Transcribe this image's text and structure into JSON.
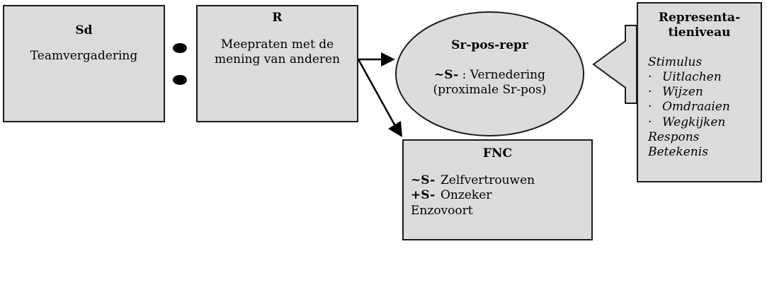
{
  "sd": {
    "title": "Sd",
    "text": "Teamvergadering"
  },
  "r": {
    "title": "R",
    "line1": "Meepraten met de",
    "line2": "mening van anderen"
  },
  "sr_pos": {
    "title": "Sr-pos-repr",
    "prefix": "~S-",
    "line1_rest": " : Vernedering",
    "line2": "(proximale Sr-pos)"
  },
  "fnc": {
    "title": "FNC",
    "rows": [
      {
        "symbol": "~S-",
        "text": "Zelfvertrouwen"
      },
      {
        "symbol": "+S-",
        "text": "Onzeker"
      }
    ],
    "extra": "Enzovoort"
  },
  "representatie": {
    "title_line1": "Representa-",
    "title_line2": "tieniveau",
    "stimulus_label": "Stimulus",
    "bullet_glyph": "·",
    "stimulus_items": [
      "Uitlachen",
      "Wijzen",
      "Omdraaien",
      "Wegkijken"
    ],
    "respons_label": "Respons",
    "betekenis_label": "Betekenis"
  },
  "colors": {
    "box_fill": "#dcdcdc",
    "stroke": "#1a1a1a"
  }
}
